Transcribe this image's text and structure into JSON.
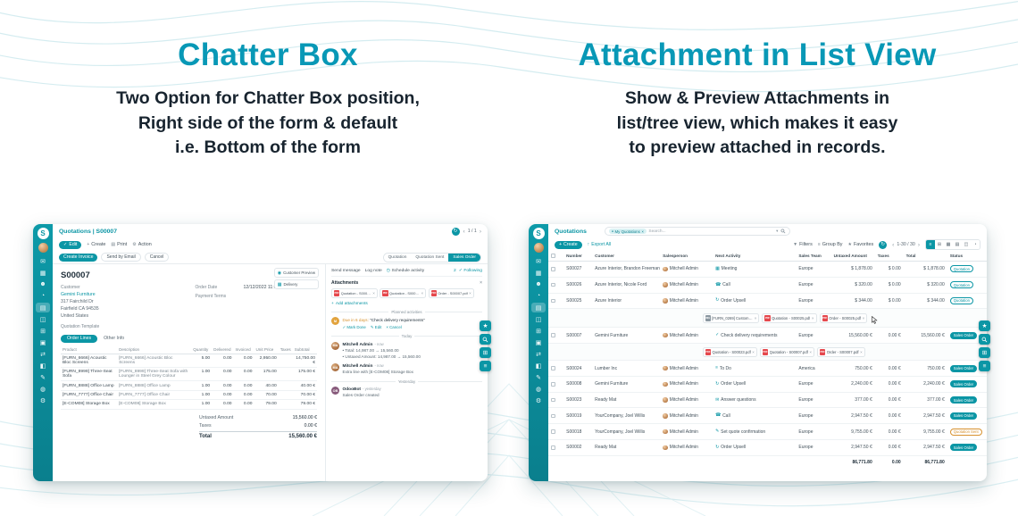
{
  "ui": {
    "remove_glyph": "×"
  },
  "colors": {
    "accent": "#0b96a5",
    "headline": "#0898b6",
    "pdf_red": "#e5484d",
    "warning": "#d7912e"
  },
  "hero": {
    "left": {
      "title": "Chatter Box",
      "lines": [
        "Two Option for Chatter Box position,",
        "Right side of the form & default",
        "i.e. Bottom of the form"
      ]
    },
    "right": {
      "title": "Attachment in List View",
      "lines": [
        "Show & Preview Attachments in",
        "list/tree view, which makes it easy",
        "to preview attached in records."
      ]
    }
  },
  "sidebar": {
    "logo_letter": "S",
    "icons": [
      {
        "name": "discuss",
        "glyph": "✉"
      },
      {
        "name": "calendar",
        "glyph": "▦"
      },
      {
        "name": "contacts",
        "glyph": "☻"
      },
      {
        "name": "crm",
        "glyph": "◔"
      },
      {
        "name": "sales",
        "glyph": "▤",
        "state": "active"
      },
      {
        "name": "dashboards",
        "glyph": "◫"
      },
      {
        "name": "point-of-sale",
        "glyph": "⊞"
      },
      {
        "name": "inventory",
        "glyph": "▣"
      },
      {
        "name": "purchase",
        "glyph": "⇄"
      },
      {
        "name": "accounting",
        "glyph": "◧"
      },
      {
        "name": "project",
        "glyph": "✎"
      },
      {
        "name": "website",
        "glyph": "◍"
      },
      {
        "name": "settings",
        "glyph": "⚙"
      }
    ]
  },
  "form_view": {
    "breadcrumb": "Quotations | S00007",
    "refresh_glyph": "↻",
    "pager": "1 / 1",
    "pager_prev": "‹",
    "pager_next": "›",
    "toolbar": {
      "edit_glyph": "✓",
      "edit": "Edit",
      "create_glyph": "+",
      "create": "Create",
      "print_glyph": "▤",
      "print": "Print",
      "action_glyph": "⚙",
      "action": "Action"
    },
    "smart_buttons": [
      {
        "glyph": "◉",
        "label": "Customer Preview"
      },
      {
        "glyph": "▦",
        "label": "Delivery"
      }
    ],
    "header_buttons": {
      "create_invoice": "Create Invoice",
      "send_by_email": "Send by Email",
      "cancel": "Cancel"
    },
    "statusbar": [
      {
        "label": "Quotation"
      },
      {
        "label": "Quotation Sent"
      },
      {
        "label": "Sales Order",
        "state": "active"
      }
    ],
    "record": {
      "name": "S00007",
      "customer_label": "Customer",
      "customer": "Gemini Furniture",
      "address": [
        "317 Fairchild Dr",
        "Fairfield CA 94535",
        "United States"
      ],
      "order_date_label": "Order Date",
      "order_date": "12/12/2022 11:05:23",
      "payment_terms_label": "Payment Terms",
      "quotation_template_label": "Quotation Template"
    },
    "tabs": [
      {
        "label": "Order Lines",
        "state": "active"
      },
      {
        "label": "Other Info"
      }
    ],
    "line_columns": [
      "Product",
      "Description",
      "Quantity",
      "Delivered",
      "Invoiced",
      "Unit Price",
      "Taxes",
      "Subtotal"
    ],
    "lines": [
      {
        "product": "[FURN_6666] Acoustic Bloc Screens",
        "description": "[FURN_6666] Acoustic Bloc Screens",
        "qty": "5.00",
        "delivered": "0.00",
        "invoiced": "0.00",
        "price": "2,950.00",
        "taxes": "",
        "subtotal": "14,750.00 €"
      },
      {
        "product": "[FURN_8999] Three-Seat Sofa",
        "description": "[FURN_8999] Three-Seat Sofa with Lounger in Steel Grey Colour",
        "qty": "1.00",
        "delivered": "0.00",
        "invoiced": "0.00",
        "price": "175.00",
        "taxes": "",
        "subtotal": "175.00 €"
      },
      {
        "product": "[FURN_8888] Office Lamp",
        "description": "[FURN_8888] Office Lamp",
        "qty": "1.00",
        "delivered": "0.00",
        "invoiced": "0.00",
        "price": "40.00",
        "taxes": "",
        "subtotal": "40.00 €"
      },
      {
        "product": "[FURN_7777] Office Chair",
        "description": "[FURN_7777] Office Chair",
        "qty": "1.00",
        "delivered": "0.00",
        "invoiced": "0.00",
        "price": "70.00",
        "taxes": "",
        "subtotal": "70.00 €"
      },
      {
        "product": "[E-COM08] Storage Box",
        "description": "[E-COM08] Storage Box",
        "qty": "1.00",
        "delivered": "0.00",
        "invoiced": "0.00",
        "price": "79.00",
        "taxes": "",
        "subtotal": "79.00 €"
      }
    ],
    "totals": {
      "untaxed_label": "Untaxed Amount",
      "untaxed": "15,560.00 €",
      "taxes_label": "Taxes",
      "taxes": "0.00 €",
      "total_label": "Total",
      "total": "15,560.00 €"
    },
    "chatter": {
      "send_label": "Send message",
      "log_label": "Log note",
      "schedule_glyph": "◷",
      "schedule_label": "Schedule activity",
      "followers_count": "2",
      "follow_check": "✓",
      "following_label": "Following",
      "attachments_label": "Attachments",
      "attachments": [
        {
          "name": "Quotation - S00023.pdf",
          "icon_text": "PDF"
        },
        {
          "name": "Quotation - S00007.pdf",
          "icon_text": "PDF"
        },
        {
          "name": "Order - S00007.pdf",
          "icon_text": "PDF"
        }
      ],
      "add_glyph": "+",
      "add_attachments_label": "Add attachments",
      "planned_label": "Planned activities",
      "activity": {
        "initial": "M",
        "due_label": "Due in 6 days:",
        "summary": "\"Check delivery requirements\"",
        "actions": [
          "✓ Mark Done",
          "✎ Edit",
          "× Cancel"
        ]
      },
      "separators": {
        "today": "Today",
        "yesterday": "Yesterday"
      },
      "messages": [
        {
          "author": "Mitchell Admin",
          "time": "- now",
          "initials": "MA",
          "lines": [
            "• Total: 14,987.00 → 15,560.00",
            "• Untaxed Amount: 14,987.00 → 15,560.00"
          ]
        },
        {
          "author": "Mitchell Admin",
          "time": "- now",
          "initials": "MA",
          "lines": [
            "Extra line with [E-COM08] Storage Box"
          ]
        },
        {
          "author": "OdooBot",
          "time": "- yesterday",
          "initials": "OB",
          "lines": [
            "Sales Order created"
          ]
        }
      ]
    }
  },
  "list_view": {
    "breadcrumb": "Quotations",
    "search": {
      "facet_dot": "●",
      "facet": "My Quotations",
      "facet_remove": "×",
      "placeholder": "Search...",
      "caret": "▾"
    },
    "toolbar": {
      "create": "Create",
      "export_glyph": "↑",
      "export": "Export All",
      "filters_glyph": "▼",
      "filters": "Filters",
      "group_glyph": "≡",
      "group_by": "Group By",
      "fav_glyph": "★",
      "favorites": "Favorites",
      "refresh_glyph": "↻",
      "pager": "1-30 / 30",
      "pager_prev": "‹",
      "pager_next": "›"
    },
    "views": [
      {
        "name": "list",
        "glyph": "≡",
        "state": "active"
      },
      {
        "name": "kanban",
        "glyph": "⊞"
      },
      {
        "name": "calendar",
        "glyph": "▦"
      },
      {
        "name": "pivot",
        "glyph": "▤"
      },
      {
        "name": "graph",
        "glyph": "◫"
      },
      {
        "name": "map",
        "glyph": "◔"
      }
    ],
    "columns": [
      "Number",
      "Customer",
      "Salesperson",
      "Next Activity",
      "Sales Team",
      "Untaxed Amount",
      "Taxes",
      "Total",
      "Status"
    ],
    "rows_a": [
      {
        "number": "S00027",
        "customer": "Azure Interior, Brandon Freeman",
        "salesperson": "Mitchell Admin",
        "activity_glyph": "▦",
        "activity": "Meeting",
        "team": "Europe",
        "untaxed": "$ 1,878.00",
        "taxes": "$ 0.00",
        "total": "$ 1,878.00",
        "status": "Quotation",
        "status_class": "st-quo"
      },
      {
        "number": "S00026",
        "customer": "Azure Interior, Nicole Ford",
        "salesperson": "Mitchell Admin",
        "activity_glyph": "☎",
        "activity": "Call",
        "team": "Europe",
        "untaxed": "$ 320.00",
        "taxes": "$ 0.00",
        "total": "$ 320.00",
        "status": "Quotation",
        "status_class": "st-quo"
      },
      {
        "number": "S00025",
        "customer": "Azure Interior",
        "salesperson": "Mitchell Admin",
        "activity_glyph": "↻",
        "activity": "Order Upsell",
        "team": "Europe",
        "untaxed": "$ 344.00",
        "taxes": "$ 0.00",
        "total": "$ 344.00",
        "status": "Quotation",
        "status_class": "st-quo"
      }
    ],
    "attachment_strip_1": [
      {
        "name": "[FURN_0269] Customiz...",
        "icon_text": "IMG",
        "icon_class": "doc"
      },
      {
        "name": "Quotation - S00025.pdf",
        "icon_text": "PDF"
      },
      {
        "name": "Order - S00025.pdf",
        "icon_text": "PDF"
      }
    ],
    "rows_b": [
      {
        "number": "S00007",
        "customer": "Gemini Furniture",
        "salesperson": "Mitchell Admin",
        "activity_glyph": "✓",
        "activity": "Check delivery requirements",
        "team": "Europe",
        "untaxed": "15,560.00 €",
        "taxes": "0.00 €",
        "total": "15,560.00 €",
        "status": "Sales Order",
        "status_class": "st-so"
      }
    ],
    "attachment_strip_2": [
      {
        "name": "Quotation - S00023.pdf",
        "icon_text": "PDF"
      },
      {
        "name": "Quotation - S00007.pdf",
        "icon_text": "PDF"
      },
      {
        "name": "Order - S00007.pdf",
        "icon_text": "PDF"
      }
    ],
    "rows_c": [
      {
        "number": "S00024",
        "customer": "Lumber Inc",
        "salesperson": "Mitchell Admin",
        "activity_glyph": "≡",
        "activity": "To Do",
        "team": "America",
        "untaxed": "750.00 €",
        "taxes": "0.00 €",
        "total": "750.00 €",
        "status": "Sales Order",
        "status_class": "st-so"
      },
      {
        "number": "S00008",
        "customer": "Gemini Furniture",
        "salesperson": "Mitchell Admin",
        "activity_glyph": "↻",
        "activity": "Order Upsell",
        "team": "Europe",
        "untaxed": "2,240.00 €",
        "taxes": "0.00 €",
        "total": "2,240.00 €",
        "status": "Sales Order",
        "status_class": "st-so"
      },
      {
        "number": "S00023",
        "customer": "Ready Mat",
        "salesperson": "Mitchell Admin",
        "activity_glyph": "✉",
        "activity": "Answer questions",
        "team": "Europe",
        "untaxed": "377.00 €",
        "taxes": "0.00 €",
        "total": "377.00 €",
        "status": "Sales Order",
        "status_class": "st-so"
      },
      {
        "number": "S00019",
        "customer": "YourCompany, Joel Willis",
        "salesperson": "Mitchell Admin",
        "activity_glyph": "☎",
        "activity": "Call",
        "team": "Europe",
        "untaxed": "2,947.50 €",
        "taxes": "0.00 €",
        "total": "2,947.50 €",
        "status": "Sales Order",
        "status_class": "st-so"
      },
      {
        "number": "S00018",
        "customer": "YourCompany, Joel Willis",
        "salesperson": "Mitchell Admin",
        "activity_glyph": "✎",
        "activity": "Set quote confirmation",
        "team": "Europe",
        "untaxed": "9,755.00 €",
        "taxes": "0.00 €",
        "total": "9,755.00 €",
        "status": "Quotation Sent",
        "status_class": "st-sent"
      },
      {
        "number": "S00002",
        "customer": "Ready Mat",
        "salesperson": "Mitchell Admin",
        "activity_glyph": "↻",
        "activity": "Order Upsell",
        "team": "Europe",
        "untaxed": "2,947.50 €",
        "taxes": "0.00 €",
        "total": "2,947.50 €",
        "status": "Sales Order",
        "status_class": "st-so"
      }
    ],
    "totals": {
      "untaxed": "86,771.80",
      "taxes": "0.00",
      "total": "86,771.80"
    }
  },
  "fab": {
    "favorite": "★",
    "apps": "⊞",
    "menu": "≡"
  }
}
